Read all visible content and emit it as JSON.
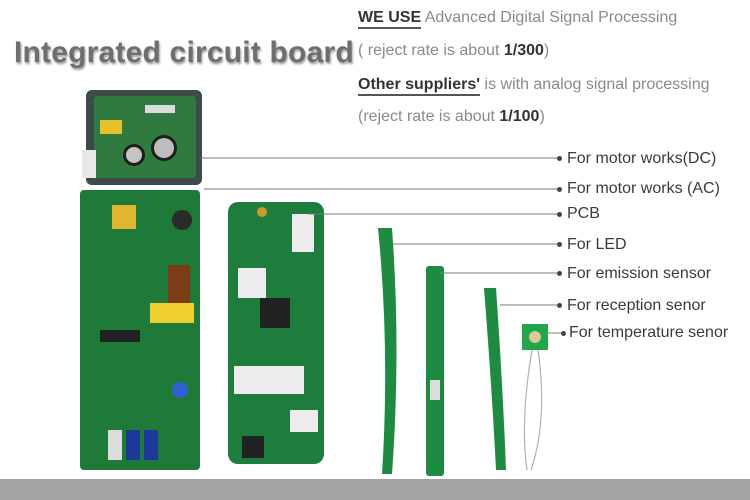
{
  "title": "Integrated circuit board",
  "notes": {
    "we_use_label": "WE USE",
    "we_use_text": " Advanced Digital Signal Processing",
    "reject1_pre": "( reject rate is about ",
    "reject1_value": "1/300",
    "reject1_post": ")",
    "other_label": "Other suppliers'",
    "other_text": " is with analog signal processing",
    "reject2_pre": "(reject rate is about ",
    "reject2_value": "1/100",
    "reject2_post": ")"
  },
  "labels": [
    "For motor works(DC)",
    "For motor works (AC)",
    "PCB",
    "For LED",
    "For emission sensor",
    "For reception senor",
    "For temperature senor"
  ],
  "colors": {
    "pcb_green": "#1f7a3a",
    "pcb_dark": "#145a2a",
    "bottom_bar": "#a3a3a3"
  }
}
